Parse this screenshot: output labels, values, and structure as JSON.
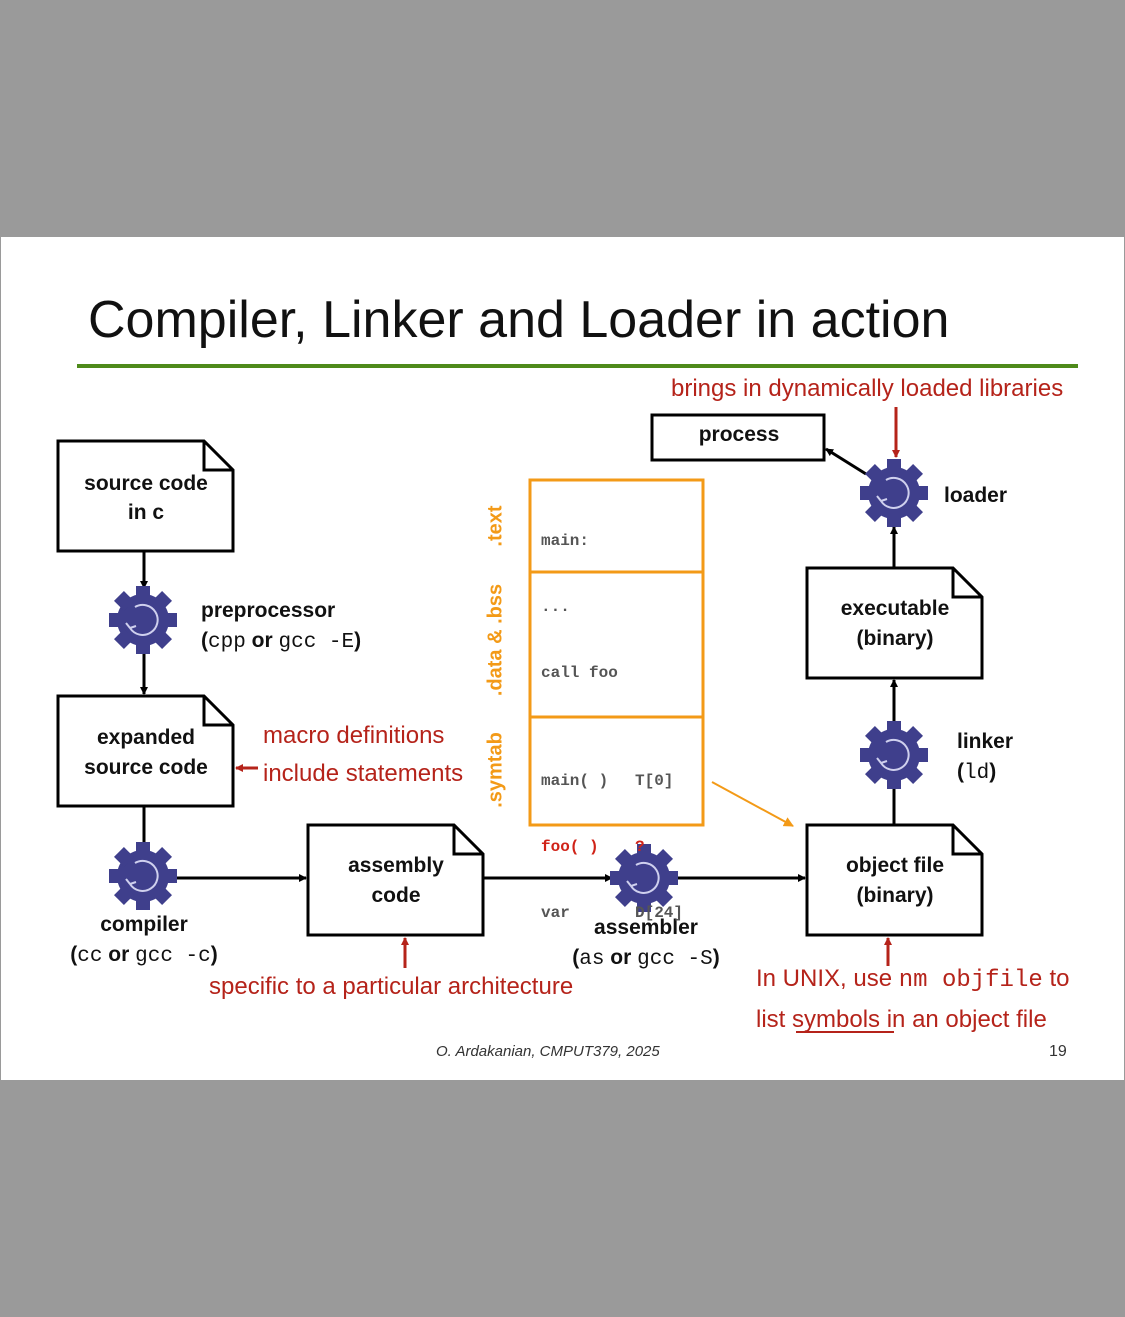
{
  "title": "Compiler, Linker and Loader in action",
  "colors": {
    "accent_rule": "#4e8a1a",
    "gear": "#3f3f8c",
    "annotation": "#b5231a",
    "section": "#f39a17"
  },
  "boxes": {
    "source_line1": "source code",
    "source_line2": "in c",
    "expanded_line1": "expanded",
    "expanded_line2": "source code",
    "assembly_line1": "assembly",
    "assembly_line2": "code",
    "object_line1": "object file",
    "object_line2": "(binary)",
    "executable_line1": "executable",
    "executable_line2": "(binary)",
    "process": "process"
  },
  "tools": {
    "preprocessor": {
      "name": "preprocessor",
      "cmd_a": "cpp",
      "or": "or",
      "cmd_b": "gcc -E",
      "open": "(",
      "close": ")"
    },
    "compiler": {
      "name": "compiler",
      "cmd_a": "cc",
      "or": "or",
      "cmd_b": "gcc -c",
      "open": "(",
      "close": ")"
    },
    "assembler": {
      "name": "assembler",
      "cmd_a": "as",
      "or": "or",
      "cmd_b": "gcc -S",
      "open": "(",
      "close": ")"
    },
    "linker": {
      "name": "linker",
      "cmd": "ld",
      "open": "(",
      "close": ")"
    },
    "loader": {
      "name": "loader"
    }
  },
  "annotations": {
    "macro": "macro definitions",
    "include": "include statements",
    "arch": "specific to a particular architecture",
    "libraries": "brings in dynamically loaded libraries",
    "nm_prefix": "In UNIX, use",
    "nm_cmd": "nm objfile",
    "nm_to": "to",
    "nm_list": "list",
    "nm_symbols": "symbols",
    "nm_rest": "in an object file"
  },
  "object_sections": {
    "text_label": ".text",
    "data_label": ".data & .bss",
    "symtab_label": ".symtab",
    "text_code": [
      "main:",
      "...",
      "call foo"
    ],
    "symtab_rows": [
      {
        "sym": "main( )",
        "val": "T[0]"
      },
      {
        "sym": "foo( )",
        "val": "?"
      },
      {
        "sym": "var",
        "val": "D[24]"
      }
    ]
  },
  "footer": {
    "credit": "O. Ardakanian, CMPUT379, 2025",
    "page": "19"
  }
}
